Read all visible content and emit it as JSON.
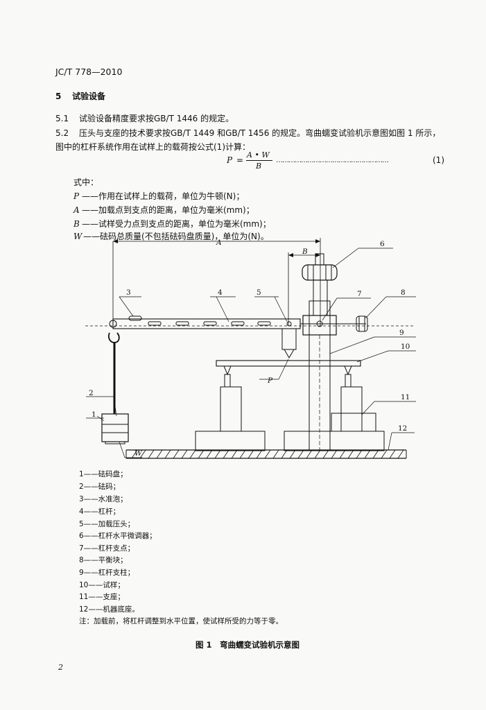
{
  "header": {
    "standard_id": "JC/T 778—2010"
  },
  "section": {
    "number": "5",
    "title": "试验设备"
  },
  "clauses": [
    {
      "number": "5.1",
      "text": "试验设备精度要求按GB/T 1446 的规定。"
    },
    {
      "number": "5.2",
      "text": "压头与支座的技术要求按GB/T 1449 和GB/T 1456 的规定。弯曲蠕变试验机示意图如图 1 所示，"
    }
  ],
  "clause_continuation": "图中的杠杆系统作用在试样上的载荷按公式(1)计算：",
  "formula": {
    "lhs": "P",
    "equals": "=",
    "numerator": "A • W",
    "denominator": "B",
    "leader": "………………………………………………",
    "number": "(1)"
  },
  "where": {
    "heading": "式中：",
    "items": [
      {
        "symbol": "P",
        "text": "——作用在试样上的载荷，单位为牛顿(N)；"
      },
      {
        "symbol": "A",
        "text": "——加载点到支点的距离，单位为毫米(mm)；"
      },
      {
        "symbol": "B",
        "text": "——试样受力点到支点的距离，单位为毫米(mm)；"
      },
      {
        "symbol": "W",
        "text": "——砝码总质量(不包括砝码盘质量)，单位为(N)。"
      }
    ]
  },
  "figure": {
    "callouts": [
      "1",
      "2",
      "3",
      "4",
      "5",
      "6",
      "7",
      "8",
      "9",
      "10",
      "11",
      "12"
    ],
    "dim_A": "A",
    "dim_B": "B",
    "label_P": "P",
    "label_W": "W"
  },
  "legend": [
    "1——砝码盘；",
    "2——砝码；",
    "3——水准泡；",
    "4——杠杆；",
    "5——加载压头；",
    "6——杠杆水平微调器；",
    "7——杠杆支点；",
    "8——平衡块；",
    "9——杠杆支柱；",
    "10——试样；",
    "11——支座；",
    "12——机器底座。"
  ],
  "note": "注：加载前，将杠杆调整到水平位置，使试样所受的力等于零。",
  "caption": "图 1　弯曲蠕变试验机示意图",
  "page_number": "2"
}
